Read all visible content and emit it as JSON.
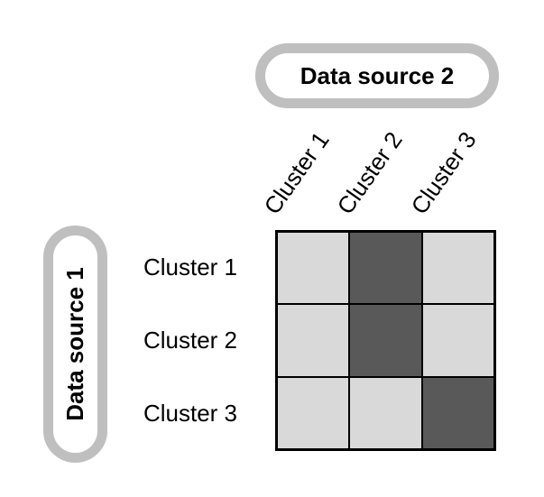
{
  "figure": {
    "top_pill": {
      "label": "Data source 2"
    },
    "left_pill": {
      "label": "Data source 1"
    },
    "matrix": {
      "column_labels": [
        "Cluster 1",
        "Cluster 2",
        "Cluster 3"
      ],
      "row_labels": [
        "Cluster 1",
        "Cluster 2",
        "Cluster 3"
      ],
      "cells": [
        [
          "light",
          "dark",
          "light"
        ],
        [
          "light",
          "dark",
          "light"
        ],
        [
          "light",
          "light",
          "dark"
        ]
      ]
    },
    "colors": {
      "cell_light": "#d9d9d9",
      "cell_dark": "#595959",
      "pill_border": "#bfbfbf",
      "grid_line": "#000000",
      "text": "#000000",
      "background": "#ffffff"
    }
  }
}
